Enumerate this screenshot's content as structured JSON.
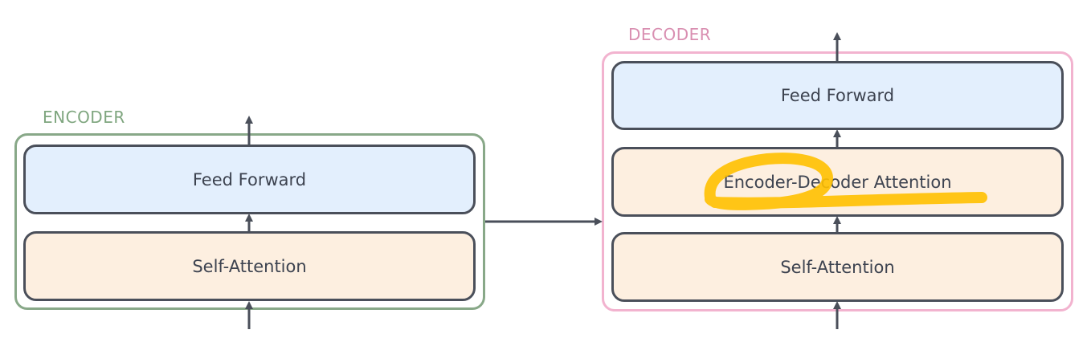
{
  "encoder": {
    "label": "ENCODER",
    "feed_forward": "Feed Forward",
    "self_attention": "Self-Attention"
  },
  "decoder": {
    "label": "DECODER",
    "feed_forward": "Feed Forward",
    "encoder_decoder_attention": "Encoder-Decoder Attention",
    "self_attention": "Self-Attention"
  },
  "colors": {
    "encoder_border": "#88a888",
    "decoder_border": "#f2b3cf",
    "feed_forward_fill": "#e3effd",
    "attention_fill": "#fdefe0",
    "highlight": "#ffc000",
    "arrow": "#4a4f5a"
  }
}
